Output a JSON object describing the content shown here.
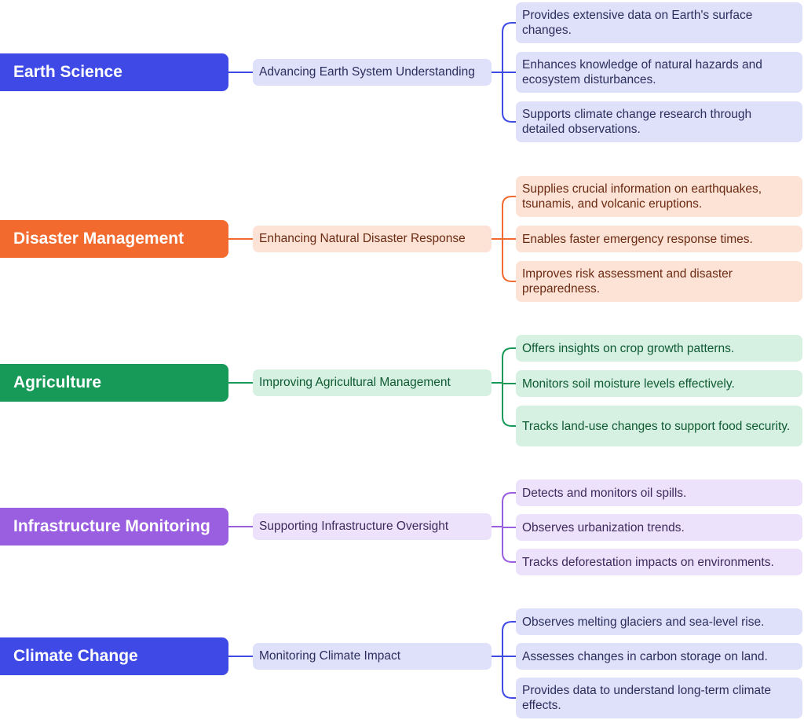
{
  "branches": [
    {
      "category": "Earth Science",
      "theme": "Advancing Earth System Understanding",
      "details": [
        "Provides extensive data on Earth's surface changes.",
        "Enhances knowledge of natural hazards and ecosystem disturbances.",
        "Supports climate change research through detailed observations."
      ],
      "colors": {
        "accent": "#3f4ae6",
        "light": "#dfe1fb",
        "text": "#2b2f5c"
      }
    },
    {
      "category": "Disaster Management",
      "theme": "Enhancing Natural Disaster Response",
      "details": [
        "Supplies crucial information on earthquakes, tsunamis, and volcanic eruptions.",
        "Enables faster emergency response times.",
        "Improves risk assessment and disaster preparedness."
      ],
      "colors": {
        "accent": "#f26a2e",
        "light": "#fde3d6",
        "text": "#6b2a12"
      }
    },
    {
      "category": "Agriculture",
      "theme": "Improving Agricultural Management",
      "details": [
        "Offers insights on crop growth patterns.",
        "Monitors soil moisture levels effectively.",
        "Tracks land-use changes to support food security."
      ],
      "colors": {
        "accent": "#179a57",
        "light": "#d6f1e2",
        "text": "#0f5a33"
      }
    },
    {
      "category": "Infrastructure Monitoring",
      "theme": "Supporting Infrastructure Oversight",
      "details": [
        "Detects and monitors oil spills.",
        "Observes urbanization trends.",
        "Tracks deforestation impacts on environments."
      ],
      "colors": {
        "accent": "#9a5ee0",
        "light": "#ece2fb",
        "text": "#3e2a5c"
      }
    },
    {
      "category": "Climate Change",
      "theme": "Monitoring Climate Impact",
      "details": [
        "Observes melting glaciers and sea-level rise.",
        "Assesses changes in carbon storage on land.",
        "Provides data to understand long-term climate effects."
      ],
      "colors": {
        "accent": "#3f4ae6",
        "light": "#dfe1fb",
        "text": "#2b2f5c"
      }
    }
  ]
}
